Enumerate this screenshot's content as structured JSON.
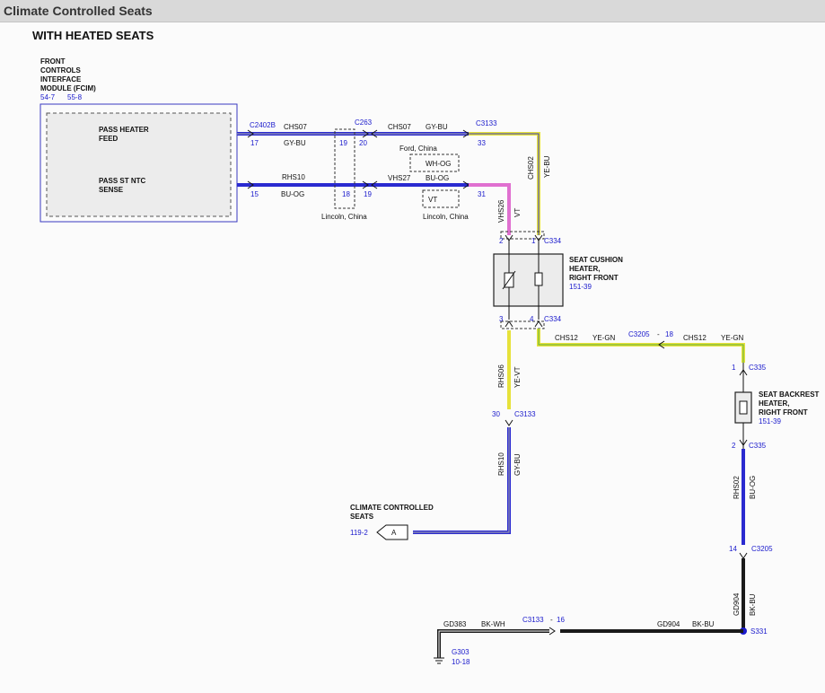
{
  "header": {
    "title": "Climate Controlled Seats"
  },
  "subtitle": "WITH HEATED SEATS",
  "fcim": {
    "lines": [
      "FRONT",
      "CONTROLS",
      "INTERFACE",
      "MODULE (FCIM)"
    ],
    "refs": [
      "54-7",
      "55-8"
    ],
    "pass_heater_feed": [
      "PASS HEATER",
      "FEED"
    ],
    "pass_st_ntc": [
      "PASS ST NTC",
      "SENSE"
    ]
  },
  "connectors": {
    "c2402b": "C2402B",
    "c263": "C263",
    "c3133_top": "C3133",
    "c334_top": "C334",
    "c334_bot": "C334",
    "c3205_mid": "C3205",
    "c335_top": "C335",
    "c335_bot": "C335",
    "c3133_mid": "C3133",
    "c3205_low": "C3205",
    "c3133_bottom": "C3133",
    "s331": "S331"
  },
  "pins": {
    "p17": "17",
    "p15": "15",
    "p19a": "19",
    "p20": "20",
    "p18": "18",
    "p19b": "19",
    "p33": "33",
    "p31": "31",
    "p2": "2",
    "p1": "1",
    "p3": "3",
    "p4": "4",
    "p18b": "18",
    "p1b": "1",
    "p2b": "2",
    "p30": "30",
    "p14": "14",
    "p16": "16",
    "dash1": "-",
    "dash2": "-"
  },
  "wires": {
    "chs07a": "CHS07",
    "gybu_a": "GY-BU",
    "chs07b": "CHS07",
    "gybu_b": "GY-BU",
    "rhs10": "RHS10",
    "buog_a": "BU-OG",
    "vhs27": "VHS27",
    "buog_b": "BU-OG",
    "chs02": "CHS02",
    "yebu": "YE-BU",
    "vhs26": "VHS26",
    "vt_v": "VT",
    "chs12a": "CHS12",
    "yegn_a": "YE-GN",
    "chs12b": "CHS12",
    "yegn_b": "YE-GN",
    "rhs06": "RHS06",
    "yevt": "YE-VT",
    "rhs10v": "RHS10",
    "gybu_v": "GY-BU",
    "rhs02": "RHS02",
    "buog_v": "BU-OG",
    "gd904v": "GD904",
    "bkbu_v": "BK-BU",
    "gd383": "GD383",
    "bkwh": "BK-WH",
    "gd904h": "GD904",
    "bkbu_h": "BK-BU"
  },
  "options": {
    "ford_china": "Ford, China",
    "whog": "WH-OG",
    "vt_box": "VT",
    "lincoln_china_a": "Lincoln, China",
    "lincoln_china_b": "Lincoln, China"
  },
  "cushion": {
    "lines": [
      "SEAT CUSHION",
      "HEATER,",
      "RIGHT FRONT"
    ],
    "ref": "151-39"
  },
  "backrest": {
    "lines": [
      "SEAT BACKREST",
      "HEATER,",
      "RIGHT FRONT"
    ],
    "ref": "151-39"
  },
  "ccs": {
    "lines": [
      "CLIMATE CONTROLLED",
      "SEATS"
    ],
    "ref": "119-2",
    "label": "A"
  },
  "ground": {
    "name": "G303",
    "ref": "10-18"
  },
  "colors": {
    "blue_wire": "#2a2ad0",
    "yellow_wire": "#e6e23a",
    "pink_wire": "#e070d0",
    "black_wire": "#1a1a1a",
    "connector_ref": "#1a1acc"
  }
}
